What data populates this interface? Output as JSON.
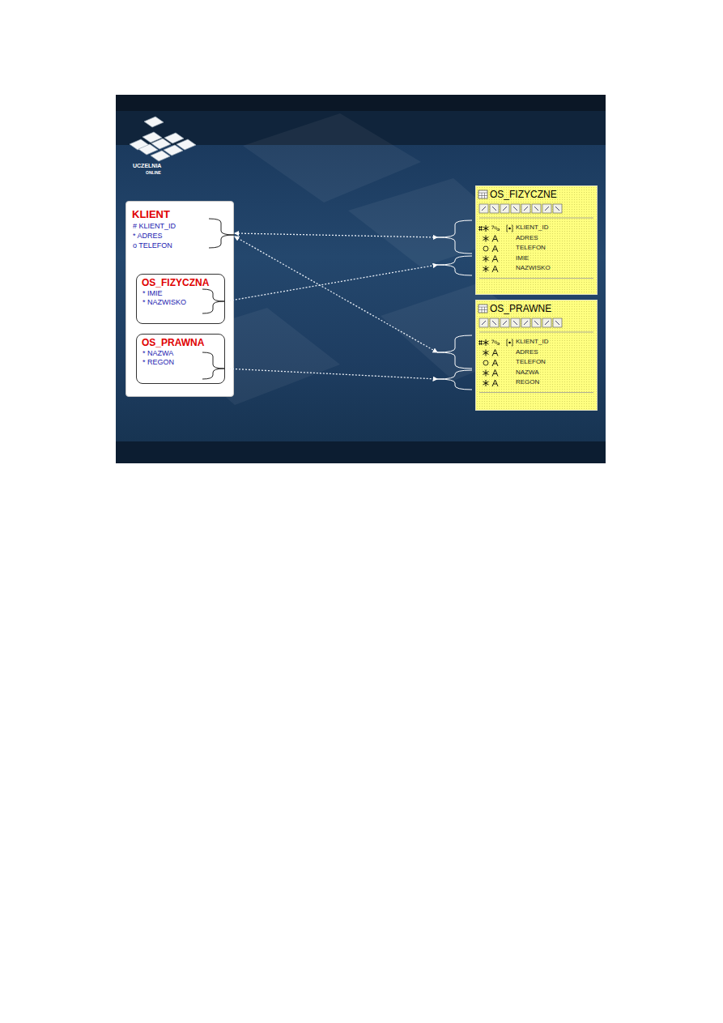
{
  "diagram": {
    "nodes": [
      {
        "text": [
          "KLIENT",
          "# KLIENT_ID",
          "* ADRES",
          "o TELEFON"
        ]
      },
      {
        "text": [
          "OS_FIZYCZNA",
          "* IMIE",
          "* NAZWISKO"
        ],
        "in": 0
      },
      {
        "text": [
          "OS_PRAWNA",
          "* NAZWA",
          "* REGON"
        ],
        "in": 0
      },
      {
        "text": [
          "OS_FIZYCZNE",
          "KLIENT_ID",
          "ADRES",
          "TELEFON",
          "IMIE",
          "NAZWISKO"
        ]
      },
      {
        "text": [
          "OS_PRAWNE",
          "KLIENT_ID",
          "ADRES",
          "TELEFON",
          "NAZWA",
          "REGON"
        ]
      }
    ],
    "edges": [
      {
        "from": 0,
        "to": 3,
        "arrow": "both"
      },
      {
        "from": 1,
        "to": 3,
        "arrow": "both"
      },
      {
        "from": 0,
        "to": 4,
        "arrow": "both"
      },
      {
        "from": 2,
        "to": 4,
        "arrow": "both"
      }
    ],
    "labels": [
      "UCZELNIA",
      "ONLINE"
    ]
  }
}
